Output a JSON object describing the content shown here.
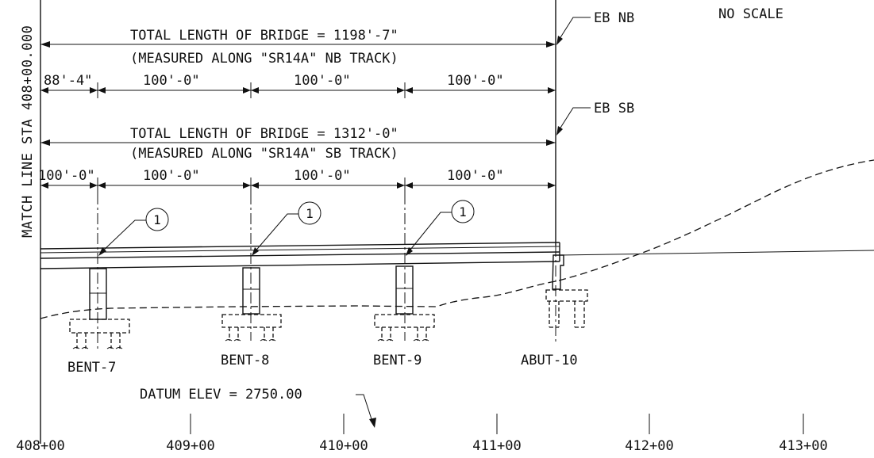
{
  "header": {
    "no_scale": "NO SCALE",
    "match_line": "MATCH LINE STA 408+00.000"
  },
  "nb": {
    "label": "EB NB",
    "total": "TOTAL LENGTH OF BRIDGE = 1198'-7\"",
    "measured": "(MEASURED ALONG \"SR14A\" NB TRACK)",
    "spans": [
      "88'-4\"",
      "100'-0\"",
      "100'-0\"",
      "100'-0\""
    ]
  },
  "sb": {
    "label": "EB SB",
    "total": "TOTAL LENGTH OF BRIDGE = 1312'-0\"",
    "measured": "(MEASURED ALONG \"SR14A\" SB TRACK)",
    "spans": [
      "100'-0\"",
      "100'-0\"",
      "100'-0\"",
      "100'-0\""
    ]
  },
  "callout": "1",
  "supports": [
    "BENT-7",
    "BENT-8",
    "BENT-9",
    "ABUT-10"
  ],
  "datum": "DATUM ELEV = 2750.00",
  "stations": [
    "408+00",
    "409+00",
    "410+00",
    "411+00",
    "412+00",
    "413+00"
  ]
}
